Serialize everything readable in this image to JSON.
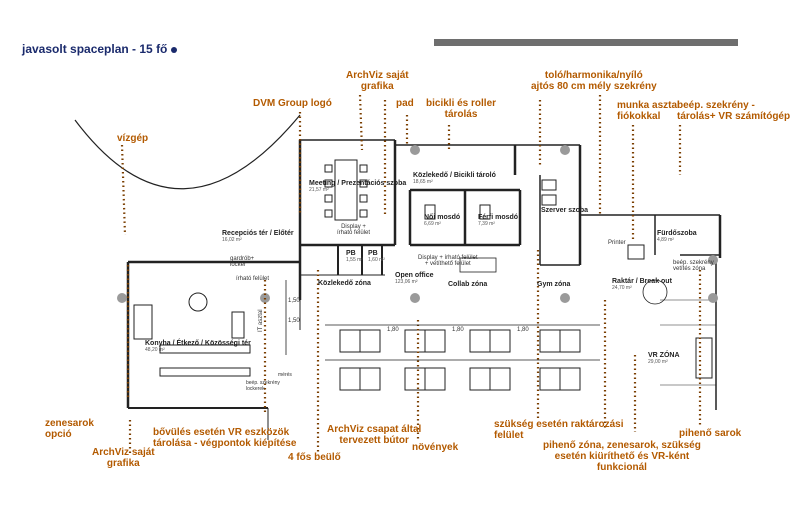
{
  "header": {
    "title": "javasolt spaceplan - 15 fő"
  },
  "colors": {
    "title": "#1a2a6c",
    "annotation": "#b35a00",
    "wall": "#222222",
    "bar": "#6e6e6e"
  },
  "annotations": {
    "archviz_grafika_top": "ArchViz saját\ngrafika",
    "dvm_logo": "DVM Group logó",
    "pad": "pad",
    "bicikli": "bicikli és roller\ntárolás",
    "tolo_ajto": "toló/harmonika/nyíló\najtós 80 cm mély szekrény",
    "munka_asztal": "munka asztal\nfiókokkal",
    "beep_szekreny_top": "beép. szekrény -\ntárolás+ VR számítógép",
    "vizgep": "vízgép",
    "zenesarok": "zenesarok\nopció",
    "archviz_grafika_bottom": "ArchViz saját\ngrafika",
    "bovules": "bővülés esetén VR eszközök\ntárolása - végpontok kiépítése",
    "negy_fos": "4 fős beülő",
    "archviz_butor": "ArchViz csapat által\ntervezett bútor",
    "novenyek": "növények",
    "raktarozasi": "szükség esetén raktározási\nfelület",
    "piheno_zona": "pihenő zóna, zenesarok, szükség\nesetén kiüríthető és VR-ként\nfunkcionál",
    "piheno_sarok": "pihenő sarok"
  },
  "rooms": {
    "meeting": "Meeting / Prezentációs szoba",
    "meeting_area": "21,57 m²",
    "recepcio": "Recepciós tér / Előtér",
    "recepcio_area": "16,02 m²",
    "display1": "Display +\nírható felület",
    "kozlekedo_bicikli": "Közlekedő / Bicikli tároló",
    "kozlekedo_bicikli_area": "18,65 m²",
    "noi_mosdo": "Női mosdó",
    "noi_mosdo_area": "6,69 m²",
    "ferfi_mosdo": "Férfi mosdó",
    "ferfi_mosdo_area": "7,39 m²",
    "szerver": "Szerver szoba",
    "furdo": "Fürdőszoba",
    "furdo_area": "4,89 m²",
    "printer": "Printer",
    "gardrob": "gardrób+\nlocker",
    "irhato": "írható felület",
    "pb1": "PB",
    "pb1_area": "1,55 m²",
    "pb2": "PB",
    "pb2_area": "1,60 m²",
    "display2": "Display + írható felület\n+ vetíthető felület",
    "kozlekedo_zona": "Közlekedő zóna",
    "open_office": "Open office",
    "open_office_area": "123,06 m²",
    "collab": "Collab zóna",
    "gym": "Gym zóna",
    "raktar": "Raktár / Break out",
    "raktar_area": "24,70 m²",
    "beep_small": "beép. szekrény\nvetítés zóna",
    "konyha": "Konyha / Étkező / Közösségi tér",
    "konyha_area": "48,20 m²",
    "vr_zona": "VR ZÓNA",
    "vr_area": "29,00 m²",
    "it_asztal": "IT asztal",
    "beep_left": "beép. szekrény\nlockerek",
    "mero": "mérés",
    "dim_150a": "1,50",
    "dim_150b": "1,50",
    "dim_180a": "1,80",
    "dim_180b": "1,80",
    "dim_180c": "1,80"
  }
}
